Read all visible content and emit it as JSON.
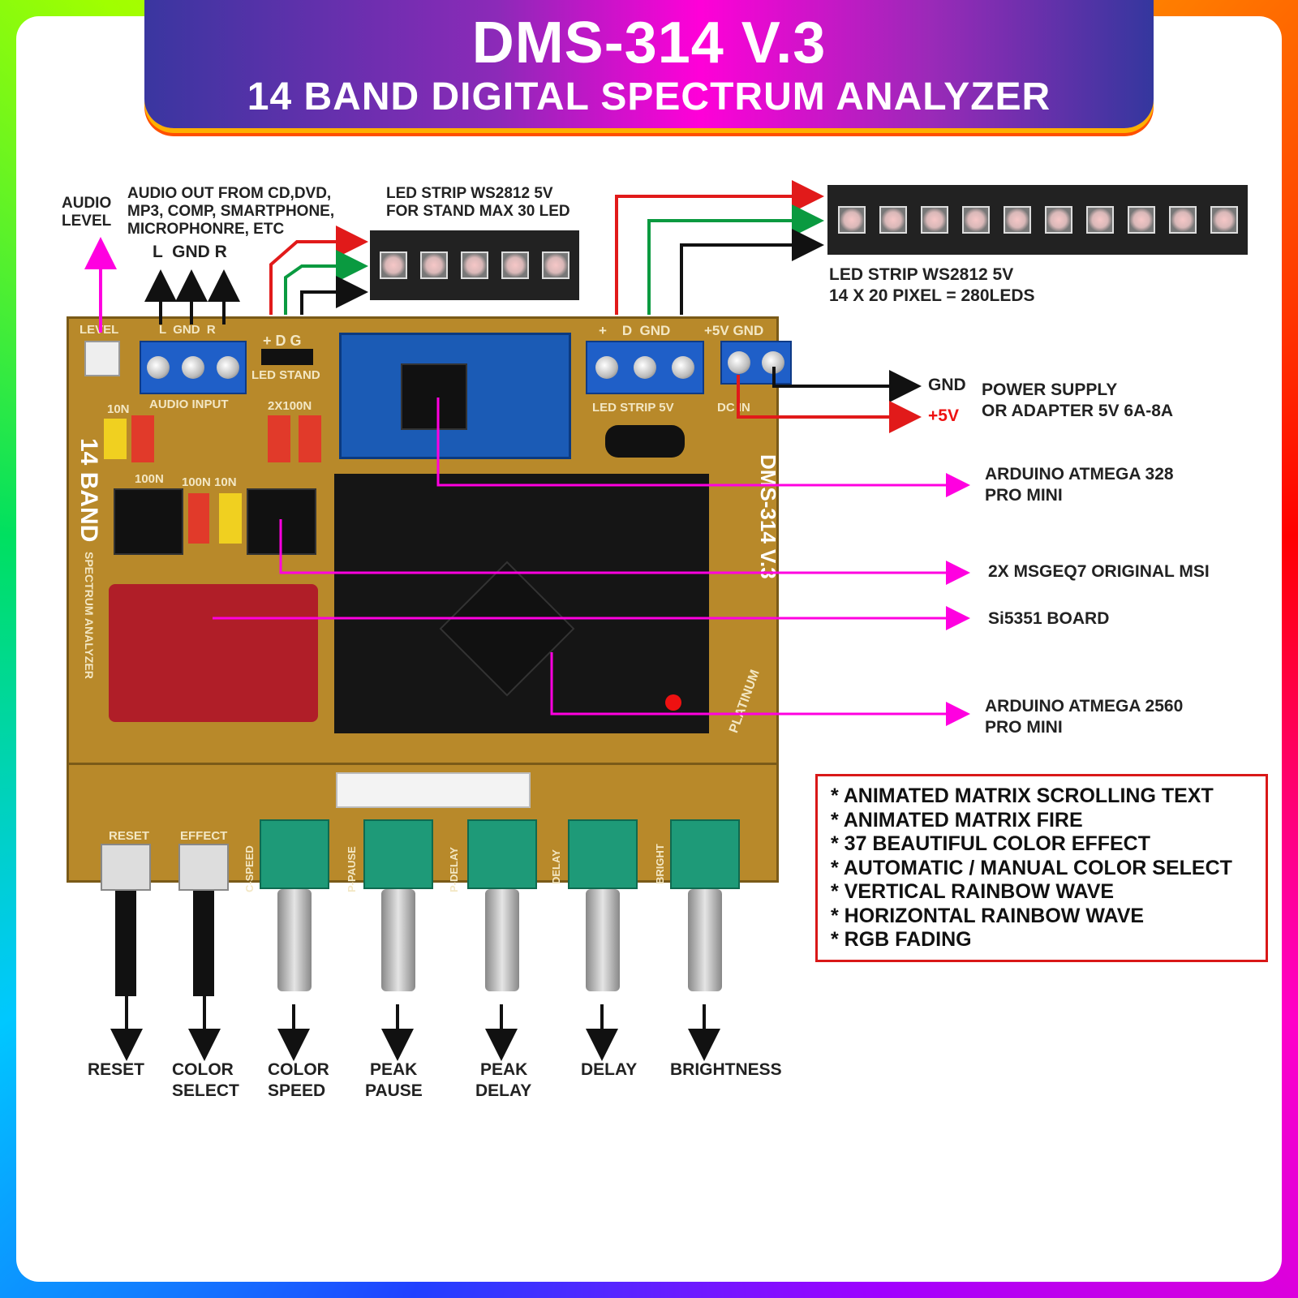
{
  "header": {
    "title": "DMS-314 V.3",
    "subtitle": "14 BAND DIGITAL SPECTRUM ANALYZER"
  },
  "top_labels": {
    "audio_level": [
      "AUDIO",
      "LEVEL"
    ],
    "audio_source": [
      "AUDIO OUT FROM CD,DVD,",
      "MP3, COMP, SMARTPHONE,",
      "MICROPHONRE, ETC"
    ],
    "audio_pins": "L  GND R",
    "stand_strip": [
      "LED STRIP WS2812 5V",
      "FOR STAND MAX 30 LED"
    ],
    "main_strip": [
      "LED STRIP WS2812 5V",
      "14 X 20 PIXEL = 280LEDS"
    ]
  },
  "right_labels": {
    "gnd": "GND",
    "plus5v": "+5V",
    "power": [
      "POWER SUPPLY",
      "OR ADAPTER 5V 6A-8A"
    ],
    "arduino328": [
      "ARDUINO ATMEGA 328",
      "PRO MINI"
    ],
    "msgeq7": "2X MSGEQ7 ORIGINAL MSI",
    "si5351": "Si5351 BOARD",
    "arduino2560": [
      "ARDUINO ATMEGA 2560",
      "PRO MINI"
    ]
  },
  "board_silk": {
    "level": "LEVEL",
    "lgndr": "L  GND  R",
    "audio_input": "AUDIO INPUT",
    "pdg": "+ D G",
    "led_stand": "LED STAND",
    "plus_d_gnd": "+    D  GND",
    "plus5v_gnd": "+5V GND",
    "led_strip5v": "LED STRIP 5V",
    "dc_in": "DC IN",
    "c10n": "10N",
    "c2x100n": "2X100N",
    "c100n_a": "100N",
    "c100n_10n": "100N 10N",
    "band": "14 BAND",
    "spectrum": "SPECTRUM ANALYZER",
    "model": "DMS-314 V.3",
    "platinum": "PLATINUM",
    "reset": "RESET",
    "effect": "EFFECT",
    "c_speed": "C-SPEED",
    "p_pause": "P-PAUSE",
    "p_delay": "P-DELAY",
    "delay": "DELAY",
    "bright": "BRIGHT"
  },
  "controls": [
    {
      "label": [
        "RESET",
        ""
      ]
    },
    {
      "label": [
        "COLOR",
        "SELECT"
      ]
    },
    {
      "label": [
        "COLOR",
        "SPEED"
      ]
    },
    {
      "label": [
        "PEAK",
        "PAUSE"
      ]
    },
    {
      "label": [
        "PEAK",
        "DELAY"
      ]
    },
    {
      "label": [
        "DELAY",
        ""
      ]
    },
    {
      "label": [
        "BRIGHTNESS",
        ""
      ]
    }
  ],
  "features": [
    "* ANIMATED MATRIX SCROLLING TEXT",
    "* ANIMATED MATRIX FIRE",
    "* 37 BEAUTIFUL COLOR EFFECT",
    "* AUTOMATIC / MANUAL COLOR SELECT",
    "* VERTICAL RAINBOW WAVE",
    "* HORIZONTAL RAINBOW WAVE",
    "* RGB FADING"
  ],
  "colors": {
    "pointer": "#ff00e0",
    "positive": "#e11a1a",
    "data": "#0a9a40",
    "ground": "#111111"
  }
}
